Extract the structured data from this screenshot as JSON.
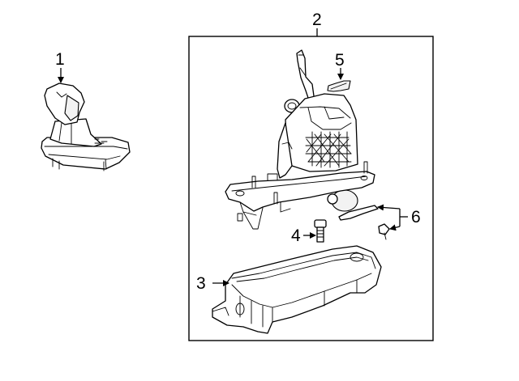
{
  "diagram": {
    "callouts": [
      {
        "id": "1",
        "text": "1",
        "part": "shift-knob"
      },
      {
        "id": "2",
        "text": "2",
        "part": "shifter-assembly"
      },
      {
        "id": "3",
        "text": "3",
        "part": "shifter-base-tray"
      },
      {
        "id": "4",
        "text": "4",
        "part": "bolt"
      },
      {
        "id": "5",
        "text": "5",
        "part": "shift-boot-clip"
      },
      {
        "id": "6",
        "text": "6",
        "part": "cable-and-retainer"
      }
    ]
  }
}
